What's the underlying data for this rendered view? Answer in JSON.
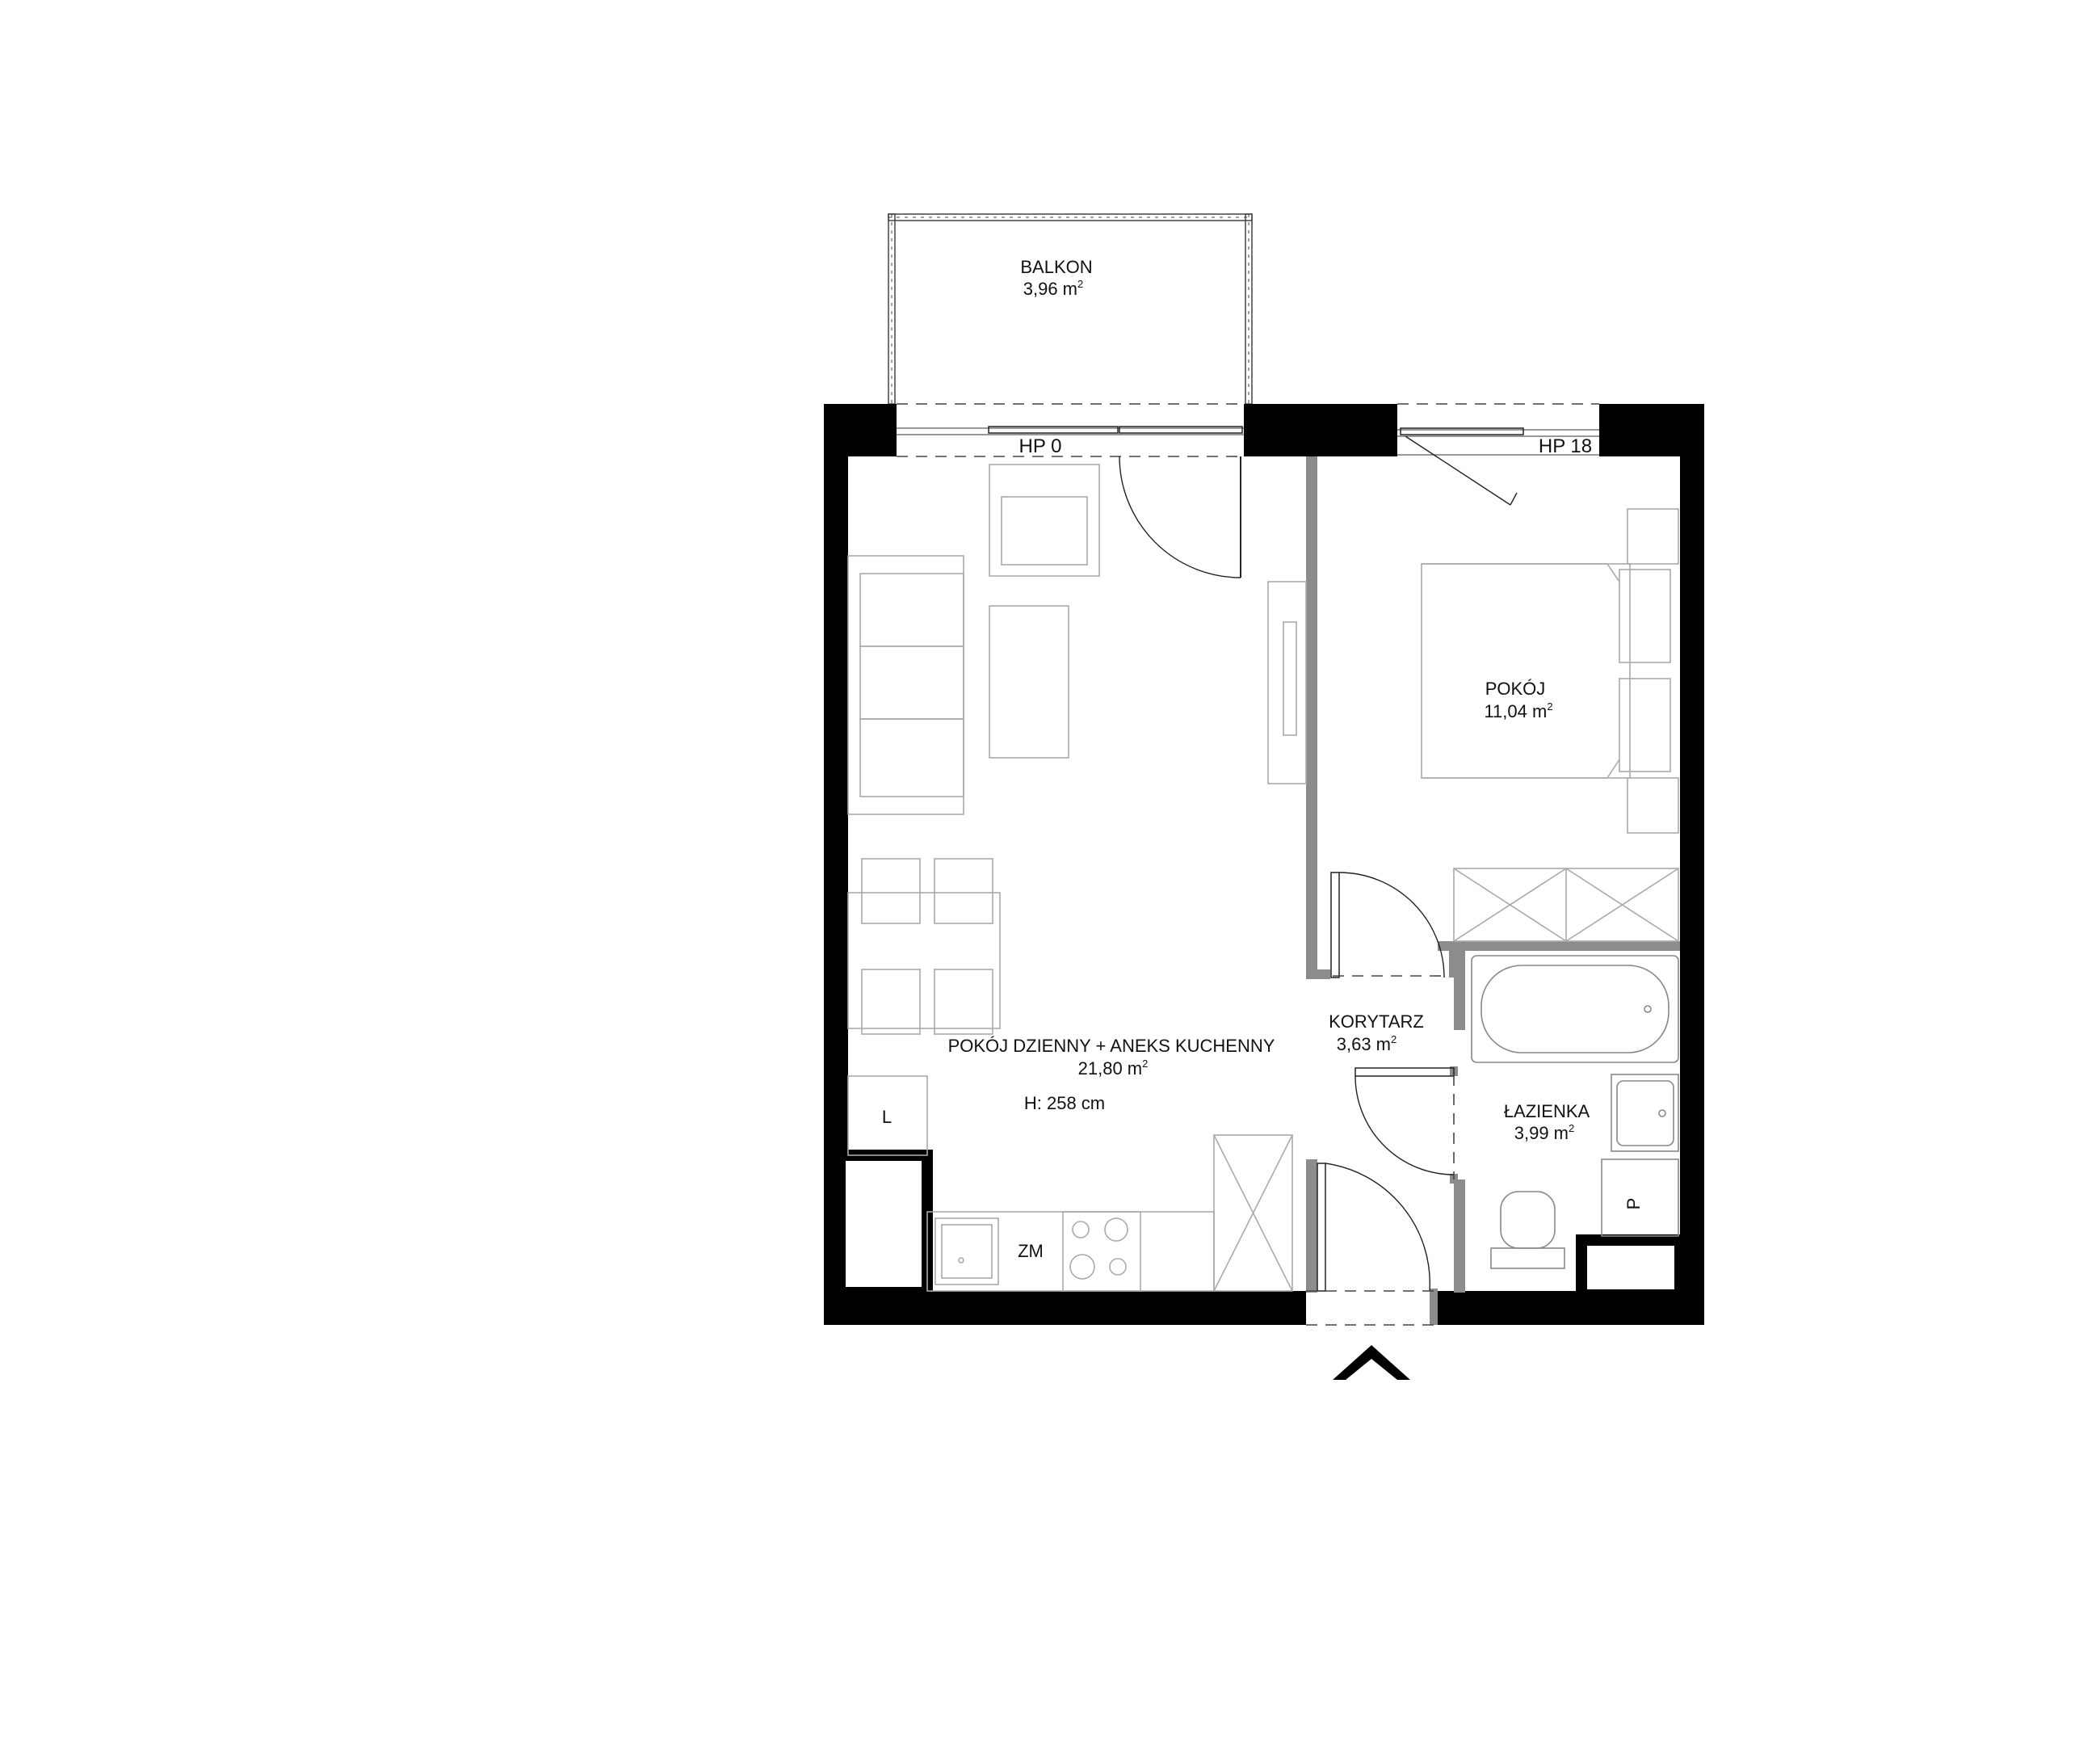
{
  "rooms": {
    "balcony": {
      "name": "BALKON",
      "area_value": "3,96 m",
      "area_unit_sup": "2"
    },
    "living": {
      "name": "POKÓJ DZIENNY + ANEKS KUCHENNY",
      "area_value": "21,80 m",
      "area_unit_sup": "2",
      "height": "H: 258 cm"
    },
    "bedroom": {
      "name": "POKÓJ",
      "area_value": "11,04 m",
      "area_unit_sup": "2"
    },
    "corridor": {
      "name": "KORYTARZ",
      "area_value": "3,63 m",
      "area_unit_sup": "2"
    },
    "bathroom": {
      "name": "ŁAZIENKA",
      "area_value": "3,99 m",
      "area_unit_sup": "2"
    }
  },
  "markers": {
    "hp_left": "HP 0",
    "hp_right": "HP 18",
    "fridge": "L",
    "washer": "P",
    "sink_cabinet": "ZM"
  },
  "colors": {
    "wall": "#000000",
    "partition": "#8c8c8c",
    "furniture": "#aaaaaa"
  },
  "icons": [
    "entrance-arrow-icon"
  ]
}
